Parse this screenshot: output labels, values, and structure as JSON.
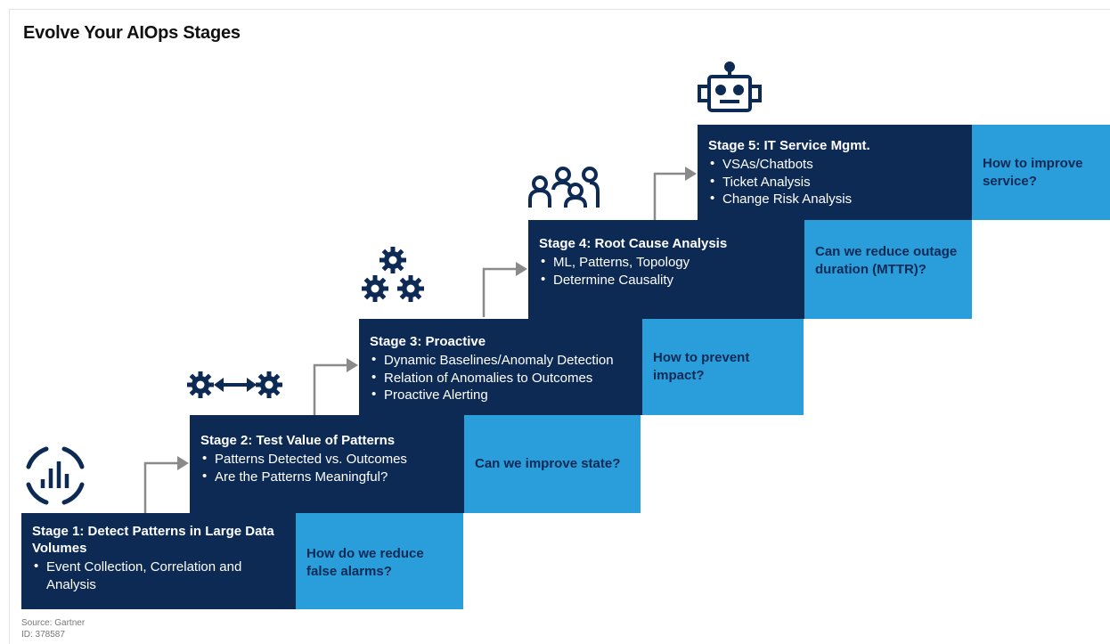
{
  "title": "Evolve Your AIOps Stages",
  "stages": [
    {
      "title": "Stage 1: Detect Patterns in Large Data Volumes",
      "bullets": [
        "Event Collection, Correlation and Analysis"
      ],
      "question": "How do we reduce false alarms?",
      "icon": "chart-circle-icon"
    },
    {
      "title": "Stage 2: Test Value of Patterns",
      "bullets": [
        "Patterns Detected vs. Outcomes",
        "Are the Patterns Meaningful?"
      ],
      "question": "Can we improve state?",
      "icon": "gears-arrow-icon"
    },
    {
      "title": "Stage 3: Proactive",
      "bullets": [
        "Dynamic Baselines/Anomaly Detection",
        "Relation of Anomalies to Outcomes",
        "Proactive Alerting"
      ],
      "question": "How to prevent impact?",
      "icon": "gears-cluster-icon"
    },
    {
      "title": "Stage 4: Root Cause Analysis",
      "bullets": [
        "ML, Patterns, Topology",
        "Determine Causality"
      ],
      "question": "Can we reduce outage duration (MTTR)?",
      "icon": "people-group-icon"
    },
    {
      "title": "Stage 5: IT Service Mgmt.",
      "bullets": [
        "VSAs/Chatbots",
        "Ticket Analysis",
        "Change Risk Analysis"
      ],
      "question": "How to improve service?",
      "icon": "robot-icon"
    }
  ],
  "source": {
    "line1": "Source: Gartner",
    "line2": "ID: 378587"
  },
  "colors": {
    "dark": "#0d2a55",
    "accent": "#2a9ddb",
    "connector": "#8a8a8a"
  }
}
